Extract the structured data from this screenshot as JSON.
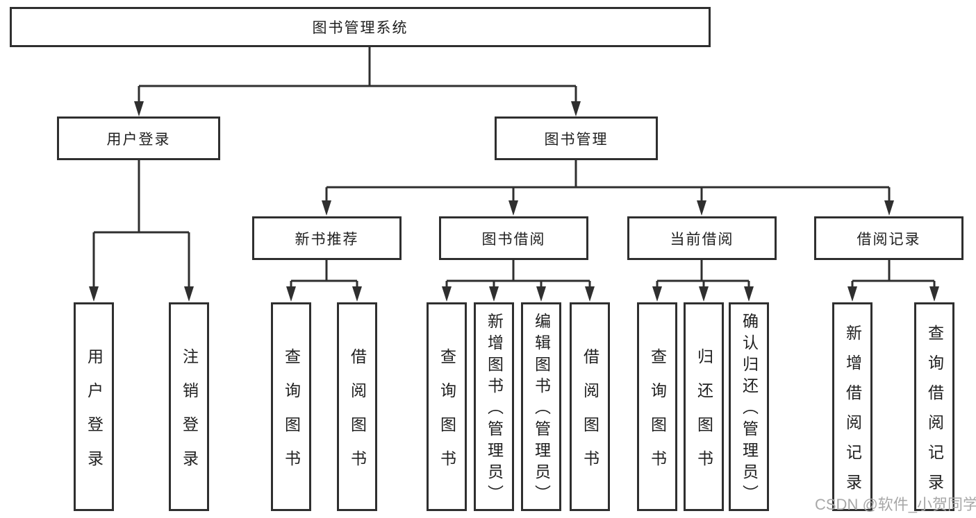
{
  "diagram": {
    "root": {
      "label": "图书管理系统"
    },
    "branches": [
      {
        "label": "用户登录",
        "leaves": [
          "用户登录",
          "注销登录"
        ]
      },
      {
        "label": "图书管理",
        "groups": [
          {
            "label": "新书推荐",
            "leaves": [
              "查询图书",
              "借阅图书"
            ]
          },
          {
            "label": "图书借阅",
            "leaves": [
              "查询图书",
              "新增图书（管理员）",
              "编辑图书（管理员）",
              "借阅图书"
            ]
          },
          {
            "label": "当前借阅",
            "leaves": [
              "查询图书",
              "归还图书",
              "确认归还（管理员）"
            ]
          },
          {
            "label": "借阅记录",
            "leaves": [
              "新增借阅记录",
              "查询借阅记录"
            ]
          }
        ]
      }
    ]
  },
  "watermark": {
    "text": "CSDN @软件_小贺同学"
  },
  "colors": {
    "line": "#2f2f2f",
    "border": "#2f2f2f",
    "text": "#202020",
    "watermark": "#a8a8a8",
    "background": "#ffffff"
  }
}
